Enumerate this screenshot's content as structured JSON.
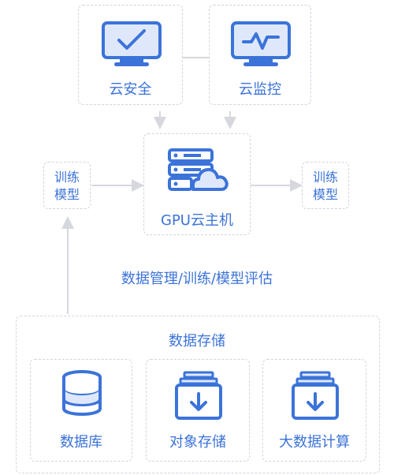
{
  "colors": {
    "accent": "#3b73d9",
    "accent_fill": "#dfe8fb",
    "box_border": "#cfd6e0",
    "connector": "#d6d8dd"
  },
  "diagram": {
    "top_left": {
      "label": "云安全",
      "icon": "monitor-check-icon"
    },
    "top_right": {
      "label": "云监控",
      "icon": "monitor-pulse-icon"
    },
    "center": {
      "label": "GPU云主机",
      "icon": "gpu-server-cloud-icon"
    },
    "left_model": {
      "line1": "训练",
      "line2": "模型"
    },
    "right_model": {
      "line1": "训练",
      "line2": "模型"
    },
    "flow_text": "数据管理/训练/模型评估",
    "storage_group": {
      "title": "数据存储",
      "items": [
        {
          "label": "数据库",
          "icon": "database-icon"
        },
        {
          "label": "对象存储",
          "icon": "object-storage-icon"
        },
        {
          "label": "大数据计算",
          "icon": "big-data-compute-icon"
        }
      ]
    }
  }
}
